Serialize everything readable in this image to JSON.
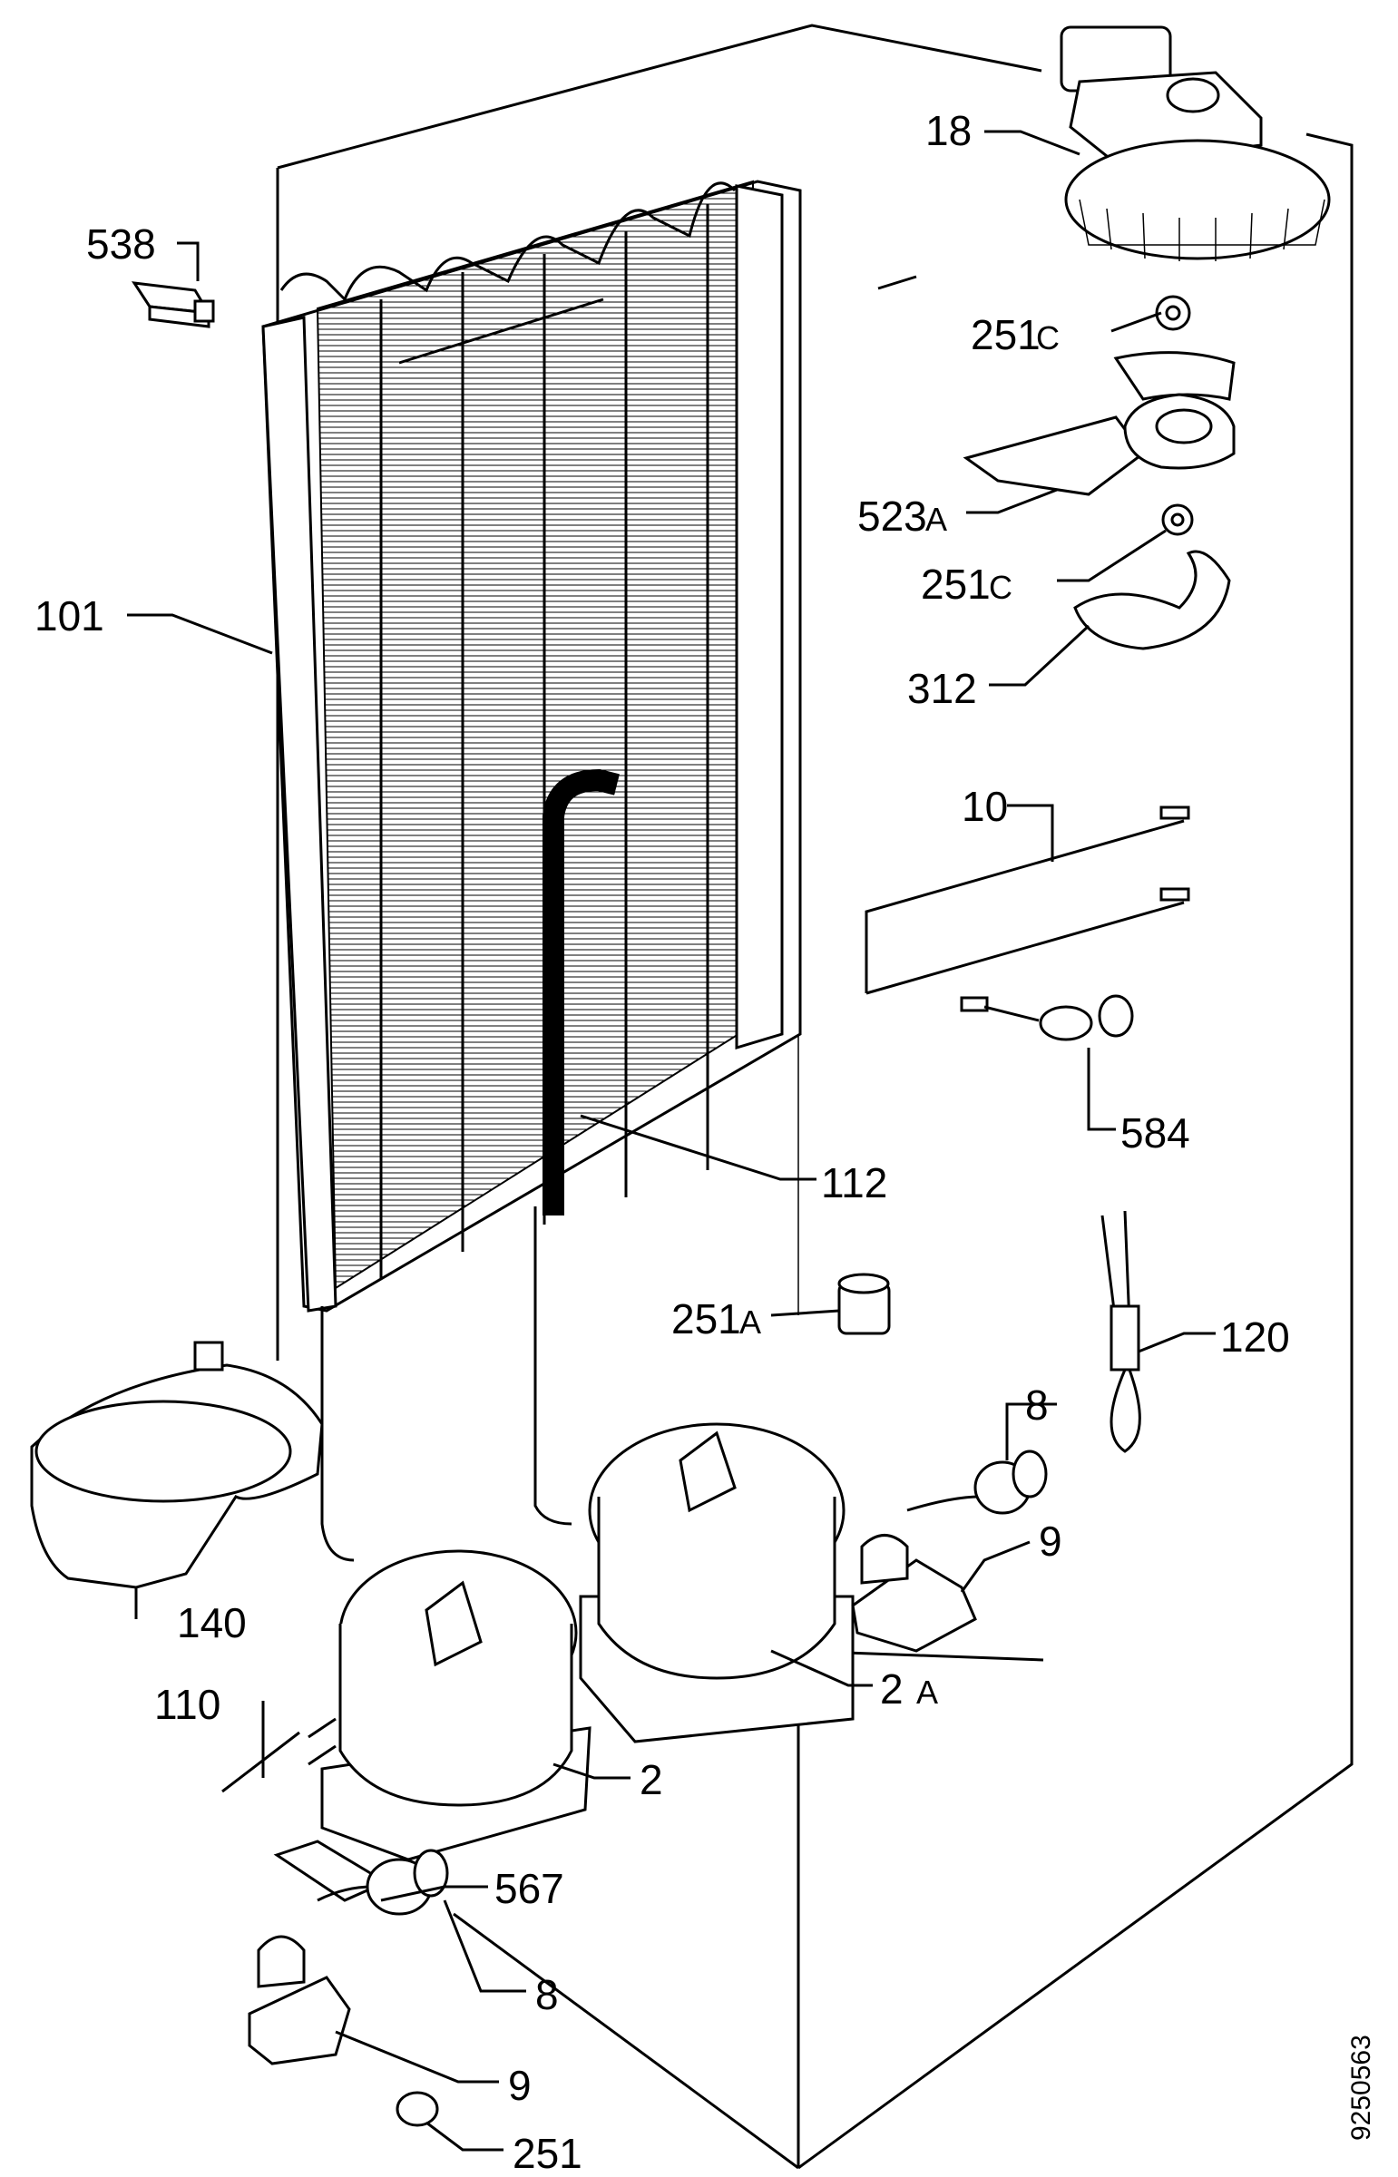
{
  "diagram": {
    "document_number": "9250563",
    "labels": {
      "l18": "18",
      "l538": "538",
      "l251c_top": "251",
      "l251c_top_suffix": "C",
      "l523a": "523",
      "l523a_suffix": "A",
      "l251c_bottom": "251",
      "l251c_bottom_suffix": "C",
      "l101": "101",
      "l312": "312",
      "l10": "10",
      "l584": "584",
      "l112": "112",
      "l251a": "251",
      "l251a_suffix": "A",
      "l120": "120",
      "l8_top": "8",
      "l140": "140",
      "l9_top": "9",
      "l2a": "2",
      "l2a_suffix": "A",
      "l110": "110",
      "l2": "2",
      "l567": "567",
      "l8_bottom": "8",
      "l9_bottom": "9",
      "l251": "251"
    }
  }
}
